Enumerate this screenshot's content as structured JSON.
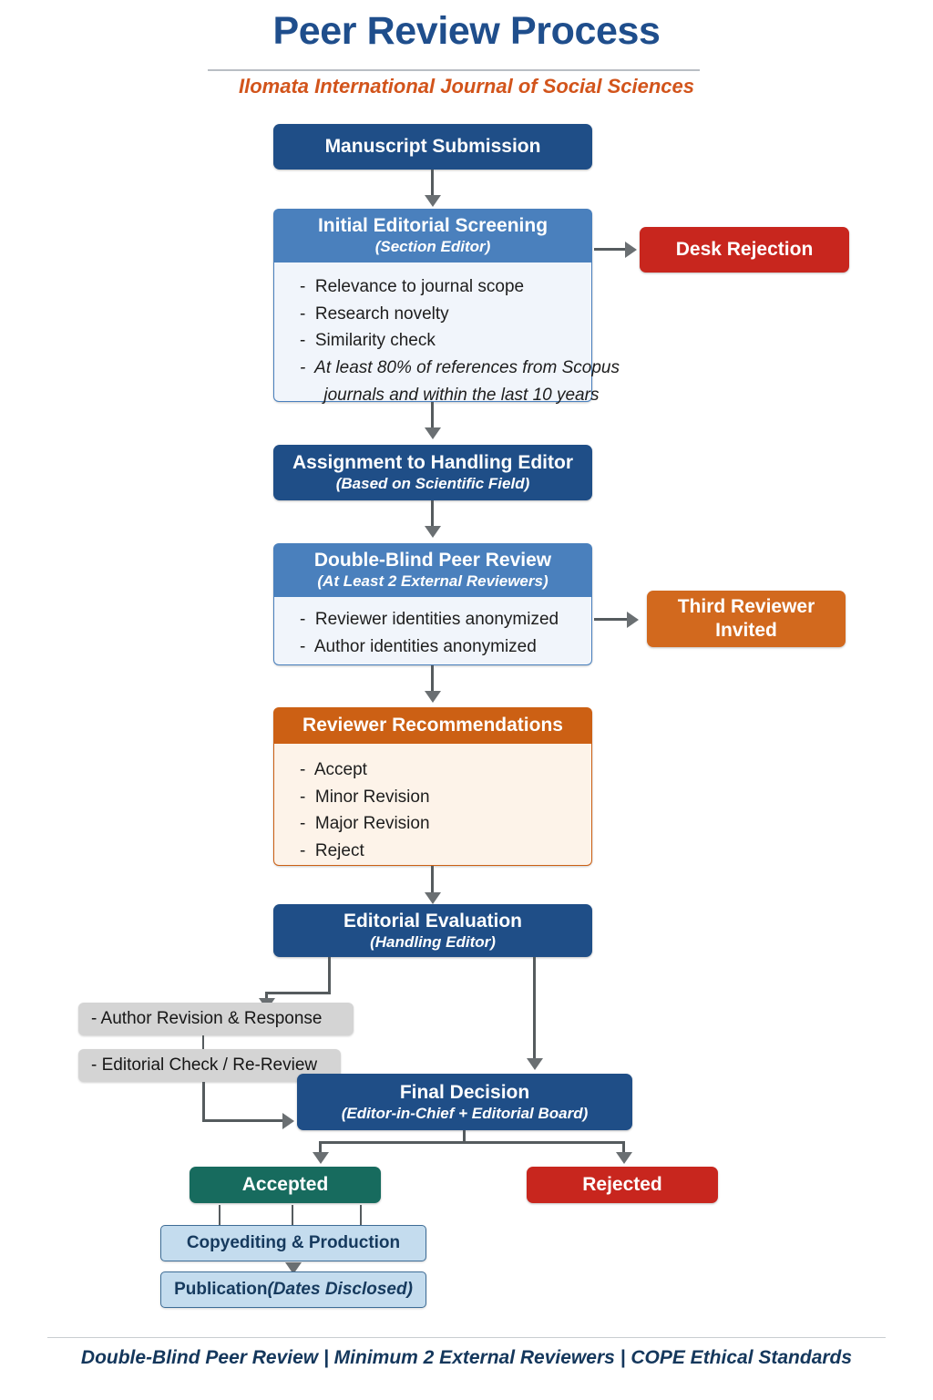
{
  "header": {
    "title": "Peer Review Process",
    "subtitle": "Ilomata International Journal of Social Sciences"
  },
  "nodes": {
    "submission": {
      "label": "Manuscript Submission"
    },
    "screening": {
      "label": "Initial Editorial Screening",
      "sub": "(Section Editor)",
      "items": [
        "-  Relevance to journal scope",
        "-  Research novelty",
        "-  Similarity check",
        "-  At least 80% of references from Scopus\n     journals and within the last 10 years"
      ]
    },
    "desk_rejection": {
      "label": "Desk Rejection"
    },
    "assignment": {
      "label": "Assignment to Handling Editor",
      "sub": "(Based on Scientific Field)"
    },
    "double_blind": {
      "label": "Double-Blind Peer Review",
      "sub": "(At Least 2 External Reviewers)",
      "items": [
        "-  Reviewer identities anonymized",
        "-  Author identities anonymized"
      ]
    },
    "third_reviewer": {
      "line1": "Third Reviewer",
      "line2": "Invited"
    },
    "recommendations": {
      "label": "Reviewer Recommendations",
      "items": [
        "-  Accept",
        "-  Minor Revision",
        "-  Major Revision",
        "-  Reject"
      ]
    },
    "editorial_evaluation": {
      "label": "Editorial Evaluation",
      "sub": "(Handling Editor)"
    },
    "author_revision": {
      "label": "-  Author Revision & Response"
    },
    "editorial_check": {
      "label": "-  Editorial Check / Re-Review"
    },
    "final_decision": {
      "label": "Final Decision",
      "sub": "(Editor-in-Chief  +  Editorial Board)"
    },
    "accepted": {
      "label": "Accepted"
    },
    "rejected": {
      "label": "Rejected"
    },
    "copyediting": {
      "label": "Copyediting & Production"
    },
    "publication": {
      "label": "Publication ",
      "label_italic": "(Dates Disclosed)"
    }
  },
  "footer": {
    "text": "Double-Blind Peer Review  |  Minimum 2 External Reviewers  |  COPE Ethical Standards"
  },
  "colors": {
    "navy": "#1F4E87",
    "mid_blue": "#4A80BD",
    "red": "#C8261E",
    "orange": "#D2691E",
    "green": "#176B5E",
    "grey": "#D4D4D4",
    "light_blue": "#C4DCEE",
    "title_blue": "#1F4E8C",
    "subtitle_orange": "#D2541B",
    "connector": "#555B5E"
  }
}
